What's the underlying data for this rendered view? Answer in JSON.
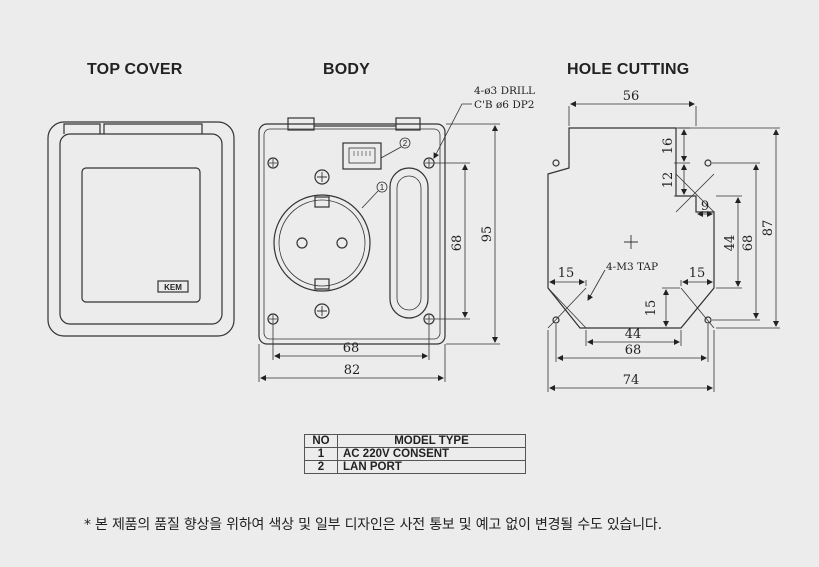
{
  "views": {
    "top_cover": "TOP COVER",
    "body": "BODY",
    "hole_cutting": "HOLE CUTTING"
  },
  "top_cover": {
    "logo": "KEM"
  },
  "body_view": {
    "callout_1": "1",
    "callout_2": "2",
    "drill_note_1": "4-ø3 DRILL",
    "drill_note_2": "C'B ø6 DP2",
    "dim_inner_height": "68",
    "dim_outer_height": "95",
    "dim_inner_width": "68",
    "dim_outer_width": "82"
  },
  "hole_cutting_view": {
    "dim_top": "56",
    "dim_16": "16",
    "dim_12": "12",
    "dim_9": "9",
    "dim_44_v": "44",
    "dim_68_v": "68",
    "dim_87": "87",
    "dim_15_left": "15",
    "dim_15_right": "15",
    "dim_15_v": "15",
    "tap_note": "4-M3 TAP",
    "dim_44_h": "44",
    "dim_68_h": "68",
    "dim_74": "74"
  },
  "spec_table": {
    "headers": [
      "NO",
      "MODEL TYPE"
    ],
    "rows": [
      {
        "no": "1",
        "type": "AC 220V CONSENT"
      },
      {
        "no": "2",
        "type": "LAN PORT"
      }
    ]
  },
  "footnote": "* 본 제품의 품질 향상을 위하여 색상 및 일부 디자인은 사전 통보 및 예고 없이 변경될 수도 있습니다."
}
